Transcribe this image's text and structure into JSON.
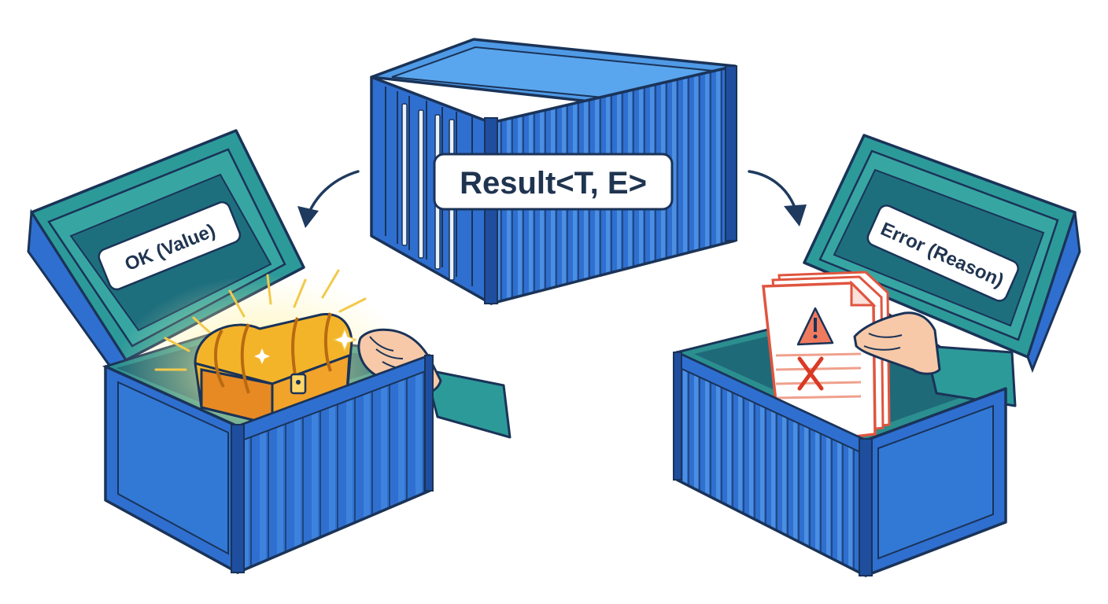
{
  "diagram": {
    "center_container": {
      "label": "Result<T, E>"
    },
    "ok_container": {
      "label": "OK (Value)",
      "content": "treasure-chest"
    },
    "error_container": {
      "label": "Error (Reason)",
      "content": "error-document"
    }
  },
  "colors": {
    "container_blue": "#2f6fd0",
    "container_light": "#4f9ae6",
    "container_dark": "#1f4e9e",
    "teal": "#2d9a9a",
    "teal_light": "#44b3ae",
    "outline": "#1a3358",
    "gold": "#f4b42a",
    "error_red": "#e0553f"
  }
}
